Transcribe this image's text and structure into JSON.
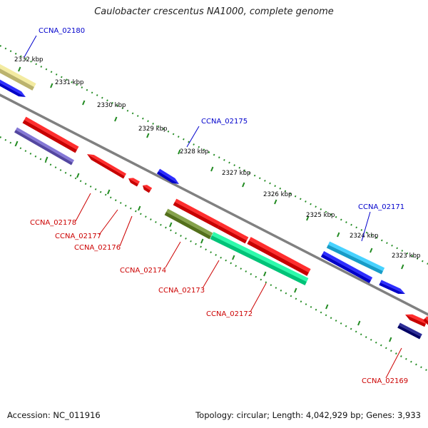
{
  "title": "Caulobacter crescentus NA1000, complete genome",
  "footer": {
    "accession_label": "Accession: NC_011916",
    "summary": "Topology: circular; Length: 4,042,929 bp; Genes: 3,933"
  },
  "colors": {
    "backbone": "#808080",
    "tick": "#228b22",
    "label_forward": "#0000cc",
    "label_reverse": "#cc0000"
  },
  "ticks": [
    {
      "label": "2332 kbp"
    },
    {
      "label": "2331 kbp"
    },
    {
      "label": "2330 kbp"
    },
    {
      "label": "2329 kbp"
    },
    {
      "label": "2328 kbp"
    },
    {
      "label": "2327 kbp"
    },
    {
      "label": "2326 kbp"
    },
    {
      "label": "2325 kbp"
    },
    {
      "label": "2324 kbp"
    },
    {
      "label": "2323 kbp"
    }
  ],
  "gene_labels": {
    "forward": [
      "CCNA_02180",
      "CCNA_02175",
      "CCNA_02171"
    ],
    "reverse": [
      "CCNA_02178",
      "CCNA_02177",
      "CCNA_02176",
      "CCNA_02174",
      "CCNA_02173",
      "CCNA_02172",
      "CCNA_02169"
    ]
  },
  "features": [
    {
      "name": "CCNA_02180",
      "color": "#f0e68c"
    },
    {
      "name": "forward-gene-1",
      "color": "#0000ff"
    },
    {
      "name": "CCNA_02175",
      "color": "#0000ff"
    },
    {
      "name": "CCNA_02171",
      "color": "#1ec8ff"
    },
    {
      "name": "forward-gene-2",
      "color": "#0000ff"
    },
    {
      "name": "forward-gene-3",
      "color": "#0000ff"
    },
    {
      "name": "reverse-gene-1",
      "color": "#ff0000"
    },
    {
      "name": "reverse-gene-2",
      "color": "#6a5acd"
    },
    {
      "name": "CCNA_02178",
      "color": "#ff0000"
    },
    {
      "name": "CCNA_02177",
      "color": "#ff0000"
    },
    {
      "name": "CCNA_02176",
      "color": "#ff0000"
    },
    {
      "name": "reverse-gene-3",
      "color": "#ff0000"
    },
    {
      "name": "CCNA_02174",
      "color": "#6b8e23"
    },
    {
      "name": "reverse-gene-4",
      "color": "#ff0000"
    },
    {
      "name": "CCNA_02173",
      "color": "#00fa9a"
    },
    {
      "name": "CCNA_02172",
      "color": "#ff0000"
    },
    {
      "name": "CCNA_02169",
      "color": "#000080"
    },
    {
      "name": "reverse-gene-5",
      "color": "#ff0000"
    },
    {
      "name": "reverse-gene-6",
      "color": "#ff0000"
    }
  ]
}
